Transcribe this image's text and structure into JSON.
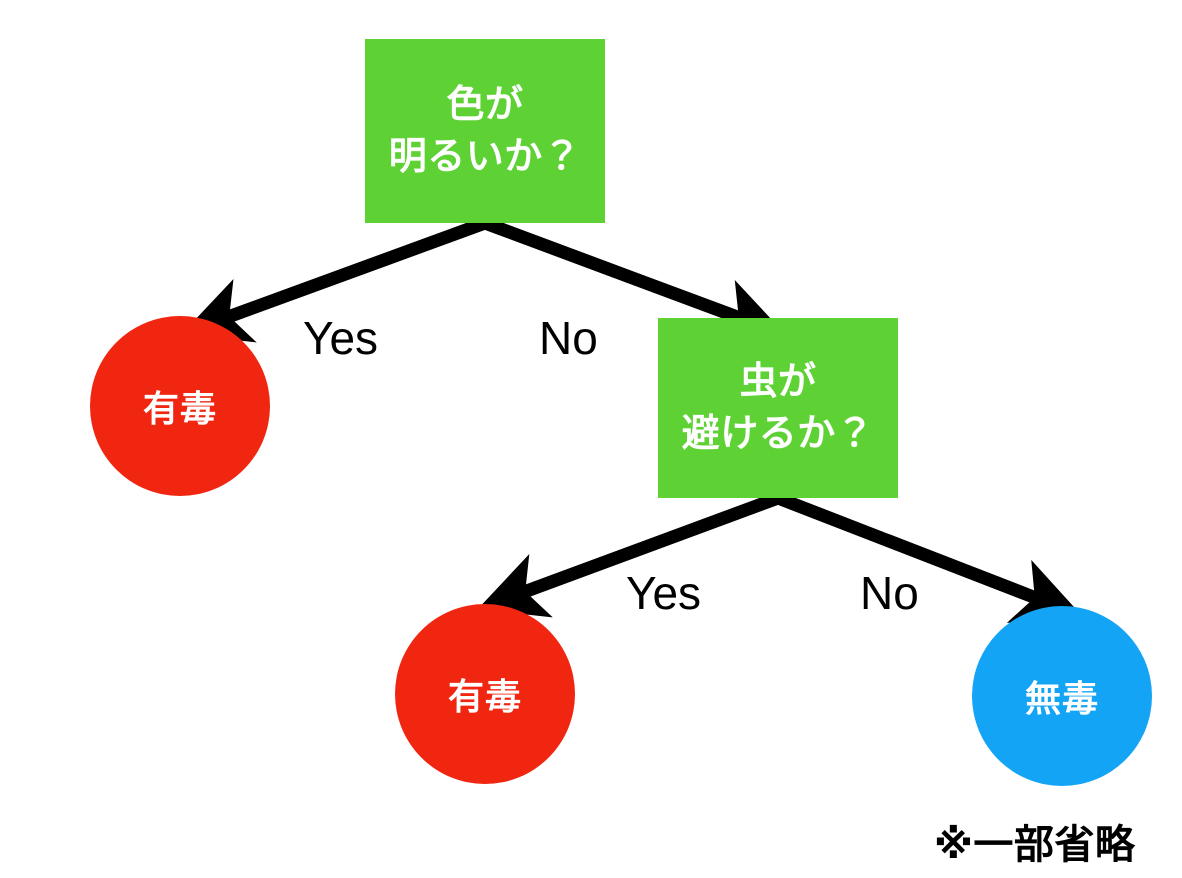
{
  "diagram": {
    "type": "decision-tree",
    "background_color": "#FFFFFF",
    "colors": {
      "decision": "#5ED235",
      "toxic": "#F02611",
      "nontoxic": "#13A4F5",
      "edge": "#000000",
      "node_text": "#FFFFFF",
      "label_text": "#000000"
    },
    "nodes": {
      "root": {
        "shape": "rectangle",
        "color": "#5ED235",
        "line1": "色が",
        "line2": "明るいか？"
      },
      "insect": {
        "shape": "rectangle",
        "color": "#5ED235",
        "line1": "虫が",
        "line2": "避けるか？"
      },
      "toxic_1": {
        "shape": "circle",
        "color": "#F02611",
        "label": "有毒"
      },
      "toxic_2": {
        "shape": "circle",
        "color": "#F02611",
        "label": "有毒"
      },
      "nontoxic": {
        "shape": "circle",
        "color": "#13A4F5",
        "label": "無毒"
      }
    },
    "edges": [
      {
        "from": "root",
        "to": "toxic_1",
        "label": "Yes"
      },
      {
        "from": "root",
        "to": "insect",
        "label": "No"
      },
      {
        "from": "insect",
        "to": "toxic_2",
        "label": "Yes"
      },
      {
        "from": "insect",
        "to": "nontoxic",
        "label": "No"
      }
    ],
    "edge_labels": {
      "yes_1": "Yes",
      "no_1": "No",
      "yes_2": "Yes",
      "no_2": "No"
    },
    "footnote": "※一部省略"
  }
}
